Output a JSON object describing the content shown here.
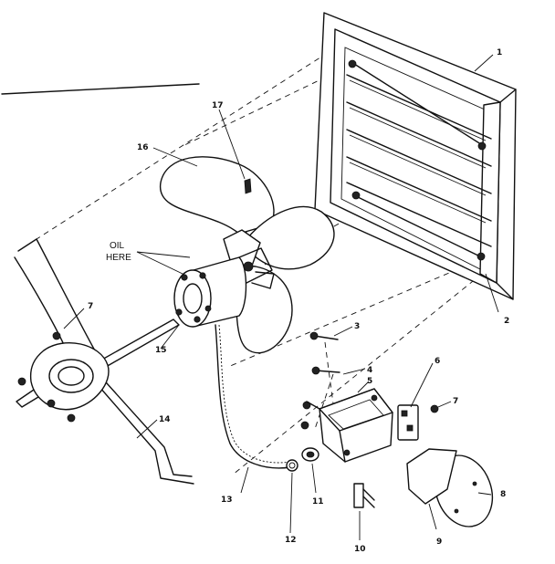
{
  "diagram": {
    "note": [
      "OIL",
      "HERE"
    ],
    "parts": [
      {
        "number": "1"
      },
      {
        "number": "2"
      },
      {
        "number": "3"
      },
      {
        "number": "4"
      },
      {
        "number": "5"
      },
      {
        "number": "6"
      },
      {
        "number": "7"
      },
      {
        "number": "7"
      },
      {
        "number": "8"
      },
      {
        "number": "9"
      },
      {
        "number": "10"
      },
      {
        "number": "11"
      },
      {
        "number": "12"
      },
      {
        "number": "13"
      },
      {
        "number": "14"
      },
      {
        "number": "15"
      },
      {
        "number": "16"
      },
      {
        "number": "17"
      }
    ]
  }
}
